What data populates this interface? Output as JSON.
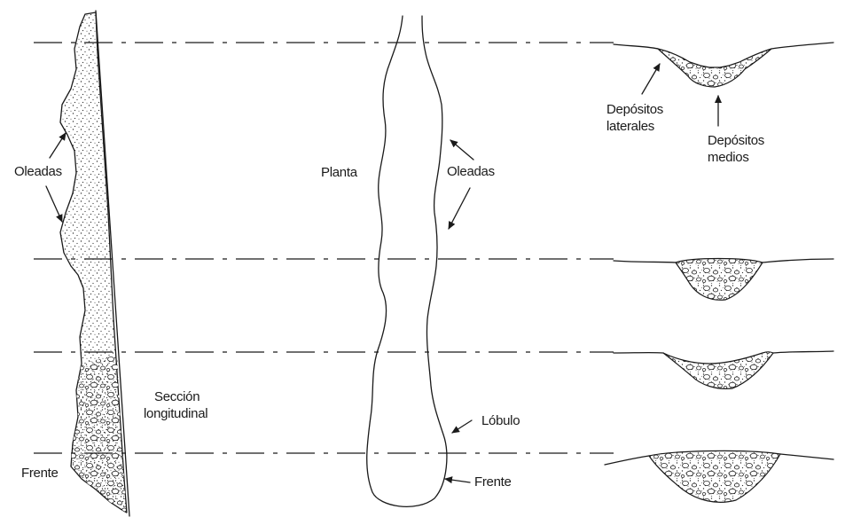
{
  "labels": {
    "oleadas_left": "Oleadas",
    "seccion_line1": "Sección",
    "seccion_line2": "longitudinal",
    "frente_left": "Frente",
    "planta": "Planta",
    "oleadas_mid": "Oleadas",
    "lobulo": "Lóbulo",
    "frente_mid": "Frente",
    "depositos_laterales_line1": "Depósitos",
    "depositos_laterales_line2": "laterales",
    "depositos_medios_line1": "Depósitos",
    "depositos_medios_line2": "medios"
  },
  "colors": {
    "ink": "#1a1a1a",
    "background": "#ffffff"
  }
}
